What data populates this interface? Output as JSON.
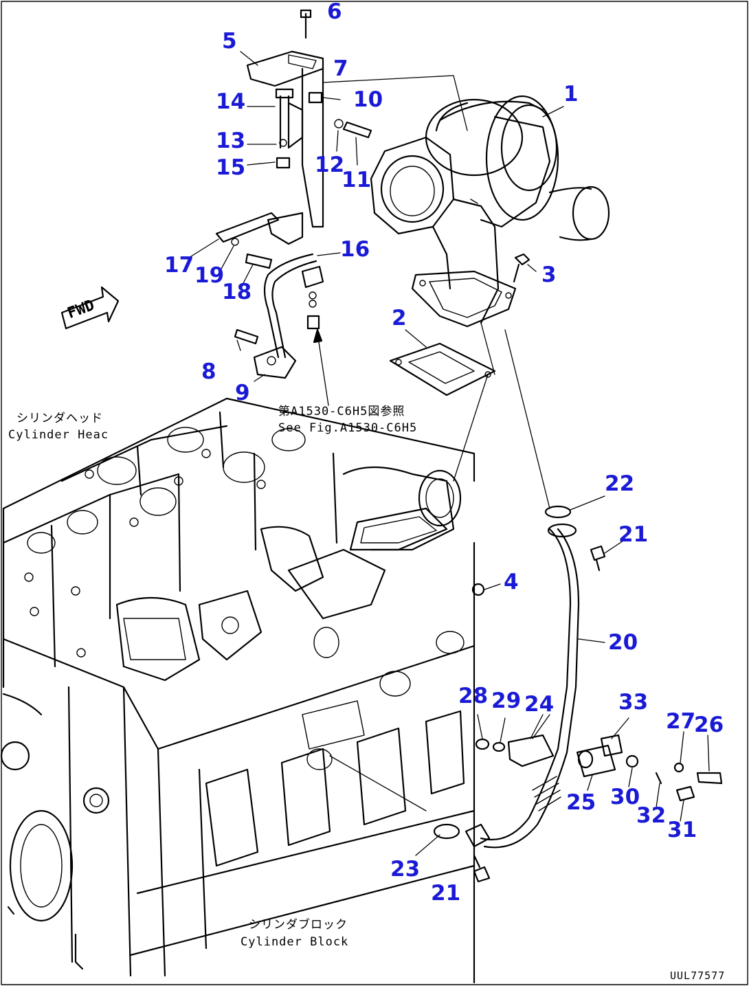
{
  "callouts": {
    "c1": "1",
    "c2": "2",
    "c3": "3",
    "c4": "4",
    "c5": "5",
    "c6": "6",
    "c7": "7",
    "c8": "8",
    "c9": "9",
    "c10": "10",
    "c11": "11",
    "c12": "12",
    "c13": "13",
    "c14": "14",
    "c15": "15",
    "c16": "16",
    "c17": "17",
    "c18": "18",
    "c19": "19",
    "c20": "20",
    "c21a": "21",
    "c21b": "21",
    "c22": "22",
    "c23": "23",
    "c24": "24",
    "c25": "25",
    "c26": "26",
    "c27": "27",
    "c28": "28",
    "c29": "29",
    "c30": "30",
    "c31": "31",
    "c32": "32",
    "c33": "33"
  },
  "labels": {
    "cylinder_head_jp": "シリンダヘッド",
    "cylinder_head_en": "Cylinder Heac",
    "cylinder_block_jp": "シリンダブロック",
    "cylinder_block_en": "Cylinder Block",
    "ref_jp": "第A1530-C6H5図参照",
    "ref_en": "See Fig.A1530-C6H5",
    "fwd": "FWD",
    "drawing_no": "UUL77577"
  },
  "colors": {
    "callout": "#1a1ad6",
    "line": "#000000",
    "background": "#ffffff"
  }
}
